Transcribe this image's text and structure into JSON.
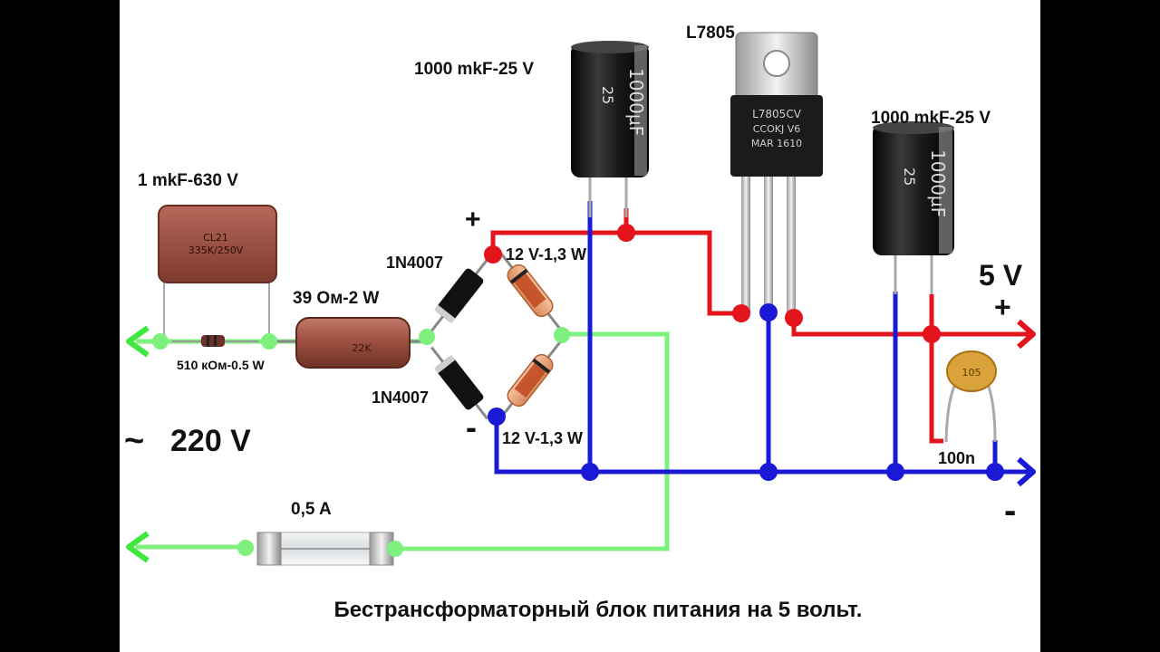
{
  "colors": {
    "positive_wire": "#e3141b",
    "negative_wire": "#1a1ad6",
    "ac_wire": "#7ef07e",
    "background": "#ffffff",
    "side_bars": "#000000"
  },
  "labels": {
    "input_capacitor": "1 mkF-630 V",
    "bleed_resistor": "510 кОм-0.5 W",
    "series_resistor": "39 Ом-2 W",
    "diode_top": "1N4007",
    "diode_bottom": "1N4007",
    "zener_top": "12 V-1,3 W",
    "zener_bottom": "12 V-1,3 W",
    "cap_in": "1000 mkF-25 V",
    "cap_out": "1000 mkF-25 V",
    "regulator": "L7805",
    "ceramic_cap": "100n",
    "fuse": "0,5 A",
    "voltage_in": "220 V",
    "ac_symbol": "~",
    "voltage_out": "5 V",
    "plus_bridge": "+",
    "minus_bridge": "-",
    "plus_out": "+",
    "minus_out": "-",
    "caption": "Бестрансформаторный блок питания на 5 вольт."
  },
  "component_markings": {
    "film_cap_line1": "CL21",
    "film_cap_line2": "335K/250V",
    "resistor_marks": "22K",
    "electrolytic_value": "1000µF",
    "electrolytic_voltage": "25",
    "regulator_line1": "L7805CV",
    "regulator_line2": "CCOKJ  V6",
    "regulator_line3": "MAR  1610",
    "ceramic_marking": "105"
  }
}
